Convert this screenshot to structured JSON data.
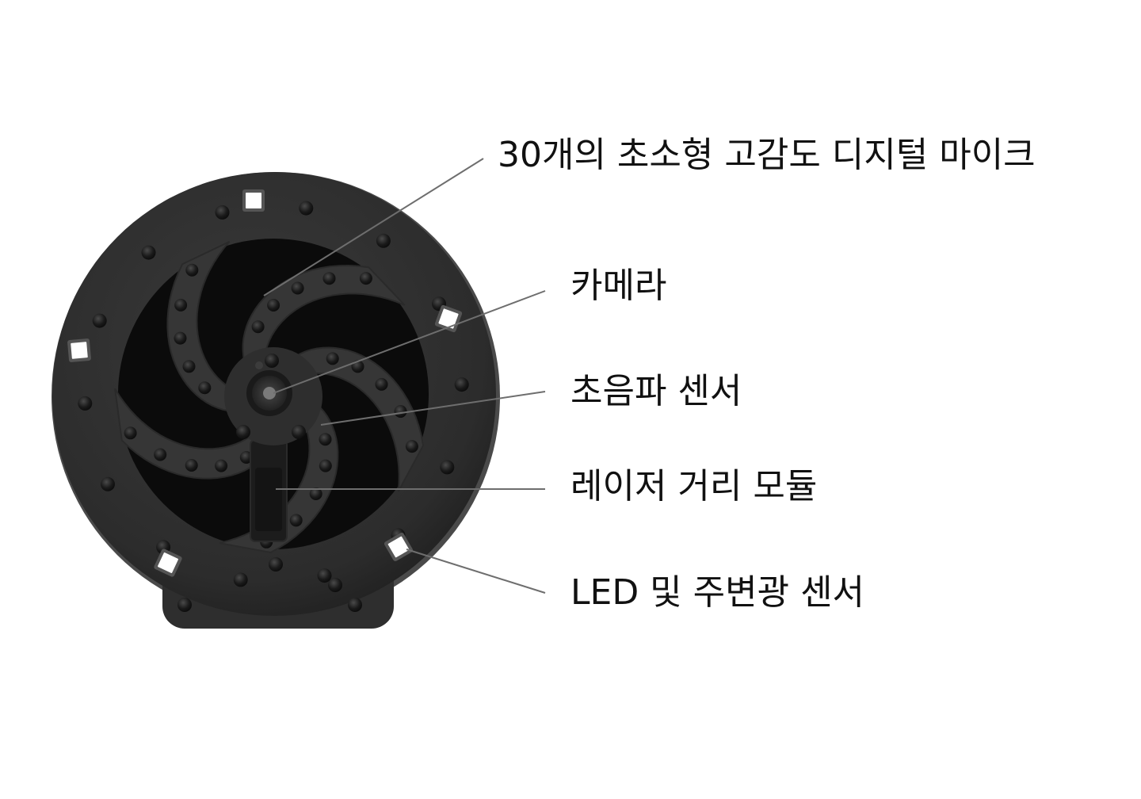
{
  "labels": {
    "microphones": "30개의 초소형 고감도 디지털 마이크",
    "camera": "카메라",
    "ultrasonic": "초음파 센서",
    "laser": "레이저 거리 모듈",
    "led_light": "LED 및 주변광 센서"
  },
  "colors": {
    "body": "#2f2f2f",
    "body_edge": "#1d1d1d",
    "cutout": "#080808",
    "arm": "#363636",
    "led": "#ffffff",
    "leader_line": "#6e6e6e",
    "label_text": "#111111"
  }
}
